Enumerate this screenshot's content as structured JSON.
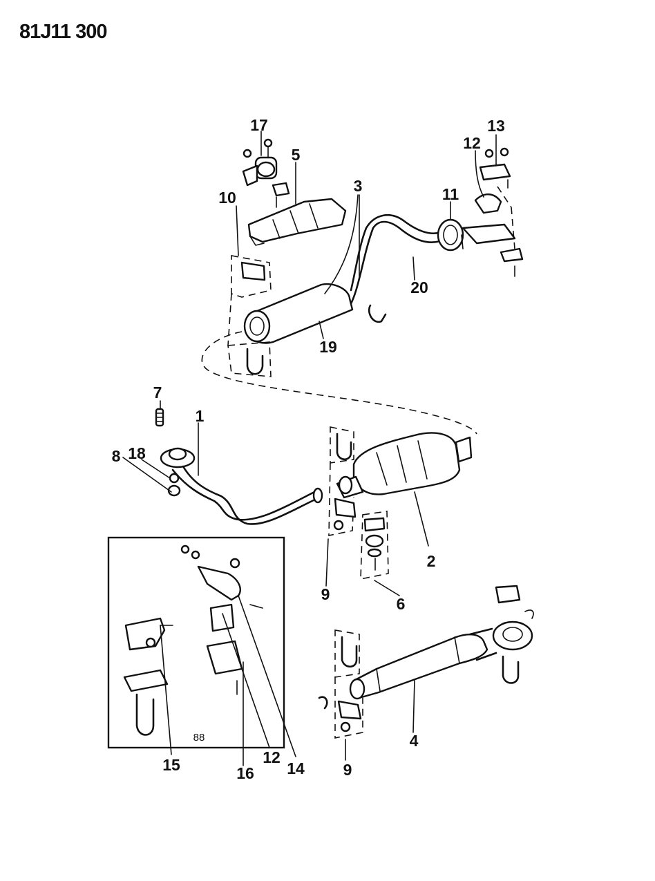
{
  "diagram": {
    "reference_code": "81J11 300",
    "inset_label": "88",
    "callouts": {
      "c1": "1",
      "c2": "2",
      "c3": "3",
      "c4": "4",
      "c5": "5",
      "c6": "6",
      "c7": "7",
      "c8": "8",
      "c9a": "9",
      "c9b": "9",
      "c10": "10",
      "c11": "11",
      "c12a": "12",
      "c12b": "12",
      "c13": "13",
      "c14": "14",
      "c15": "15",
      "c16": "16",
      "c17": "17",
      "c18": "18",
      "c19": "19",
      "c20": "20"
    }
  }
}
